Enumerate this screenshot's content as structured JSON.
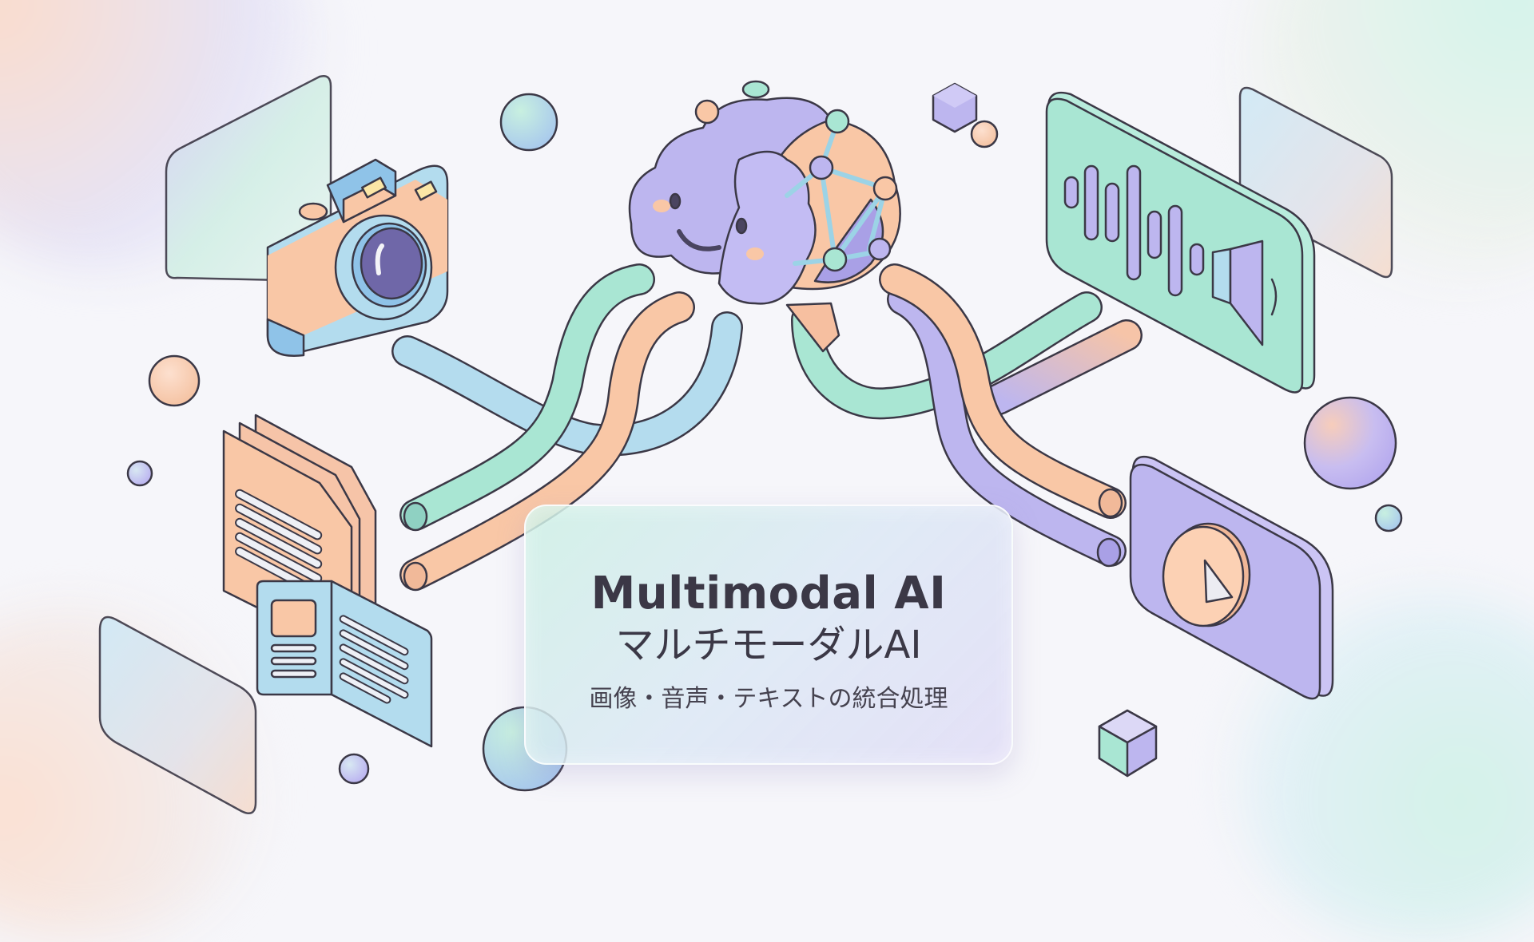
{
  "title_card": {
    "title_en": "Multimodal AI",
    "title_jp": "マルチモーダルAI",
    "subtitle_jp": "画像・音声・テキストの統合処理"
  },
  "modalities": [
    {
      "name": "image",
      "icon": "camera-icon"
    },
    {
      "name": "text",
      "icon": "document-icon"
    },
    {
      "name": "audio",
      "icon": "sound-wave-icon"
    },
    {
      "name": "video",
      "icon": "play-button-icon"
    }
  ],
  "center_icon": "brain-network-icon",
  "palette": {
    "background": "#f6f6fa",
    "lavender": "#bdb6ef",
    "peach": "#f9c7a6",
    "mint": "#a9e6d3",
    "sky": "#b3dcee",
    "outline": "#3b3846"
  }
}
